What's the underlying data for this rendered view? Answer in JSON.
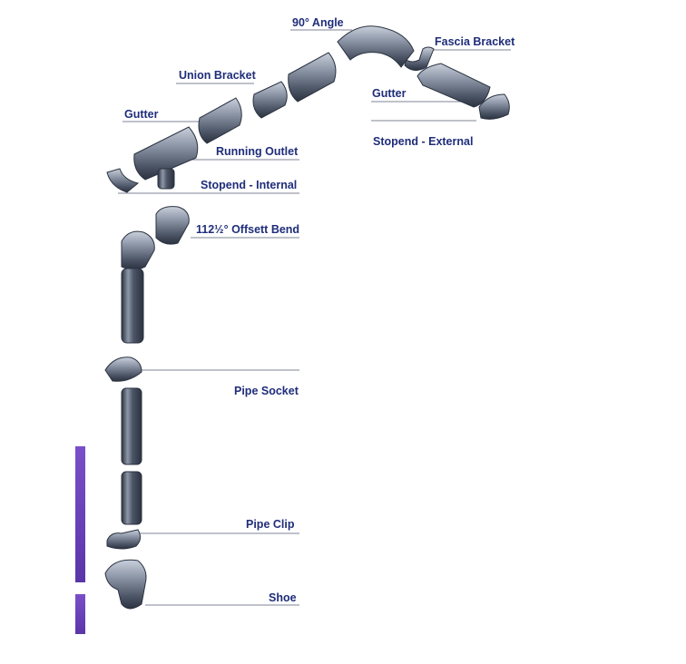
{
  "colors": {
    "label_text": "#1f2d7a",
    "leader_line": "#7f8496",
    "part_dark": "#2b3240",
    "part_mid": "#4c5566",
    "part_light": "#8e97a8",
    "highlight": "#c9d0dc",
    "side_bar_top": "#7a4fc9",
    "side_bar_bottom": "#5a36a8"
  },
  "labels": {
    "angle_90": "90° Angle",
    "fascia_bracket": "Fascia Bracket",
    "union_bracket": "Union Bracket",
    "gutter_right": "Gutter",
    "gutter_left": "Gutter",
    "running_outlet": "Running Outlet",
    "stopend_external": "Stopend - External",
    "stopend_internal": "Stopend - Internal",
    "offset_bend": "112½° Offsett Bend",
    "pipe_socket": "Pipe Socket",
    "pipe_clip": "Pipe Clip",
    "shoe": "Shoe"
  },
  "icons": {
    "gutter": "half-round-gutter-icon",
    "angle": "gutter-angle-icon",
    "bracket": "fascia-bracket-icon",
    "pipe": "downpipe-icon",
    "bend": "offset-bend-icon",
    "clip": "pipe-clip-icon",
    "shoe": "shoe-icon"
  }
}
